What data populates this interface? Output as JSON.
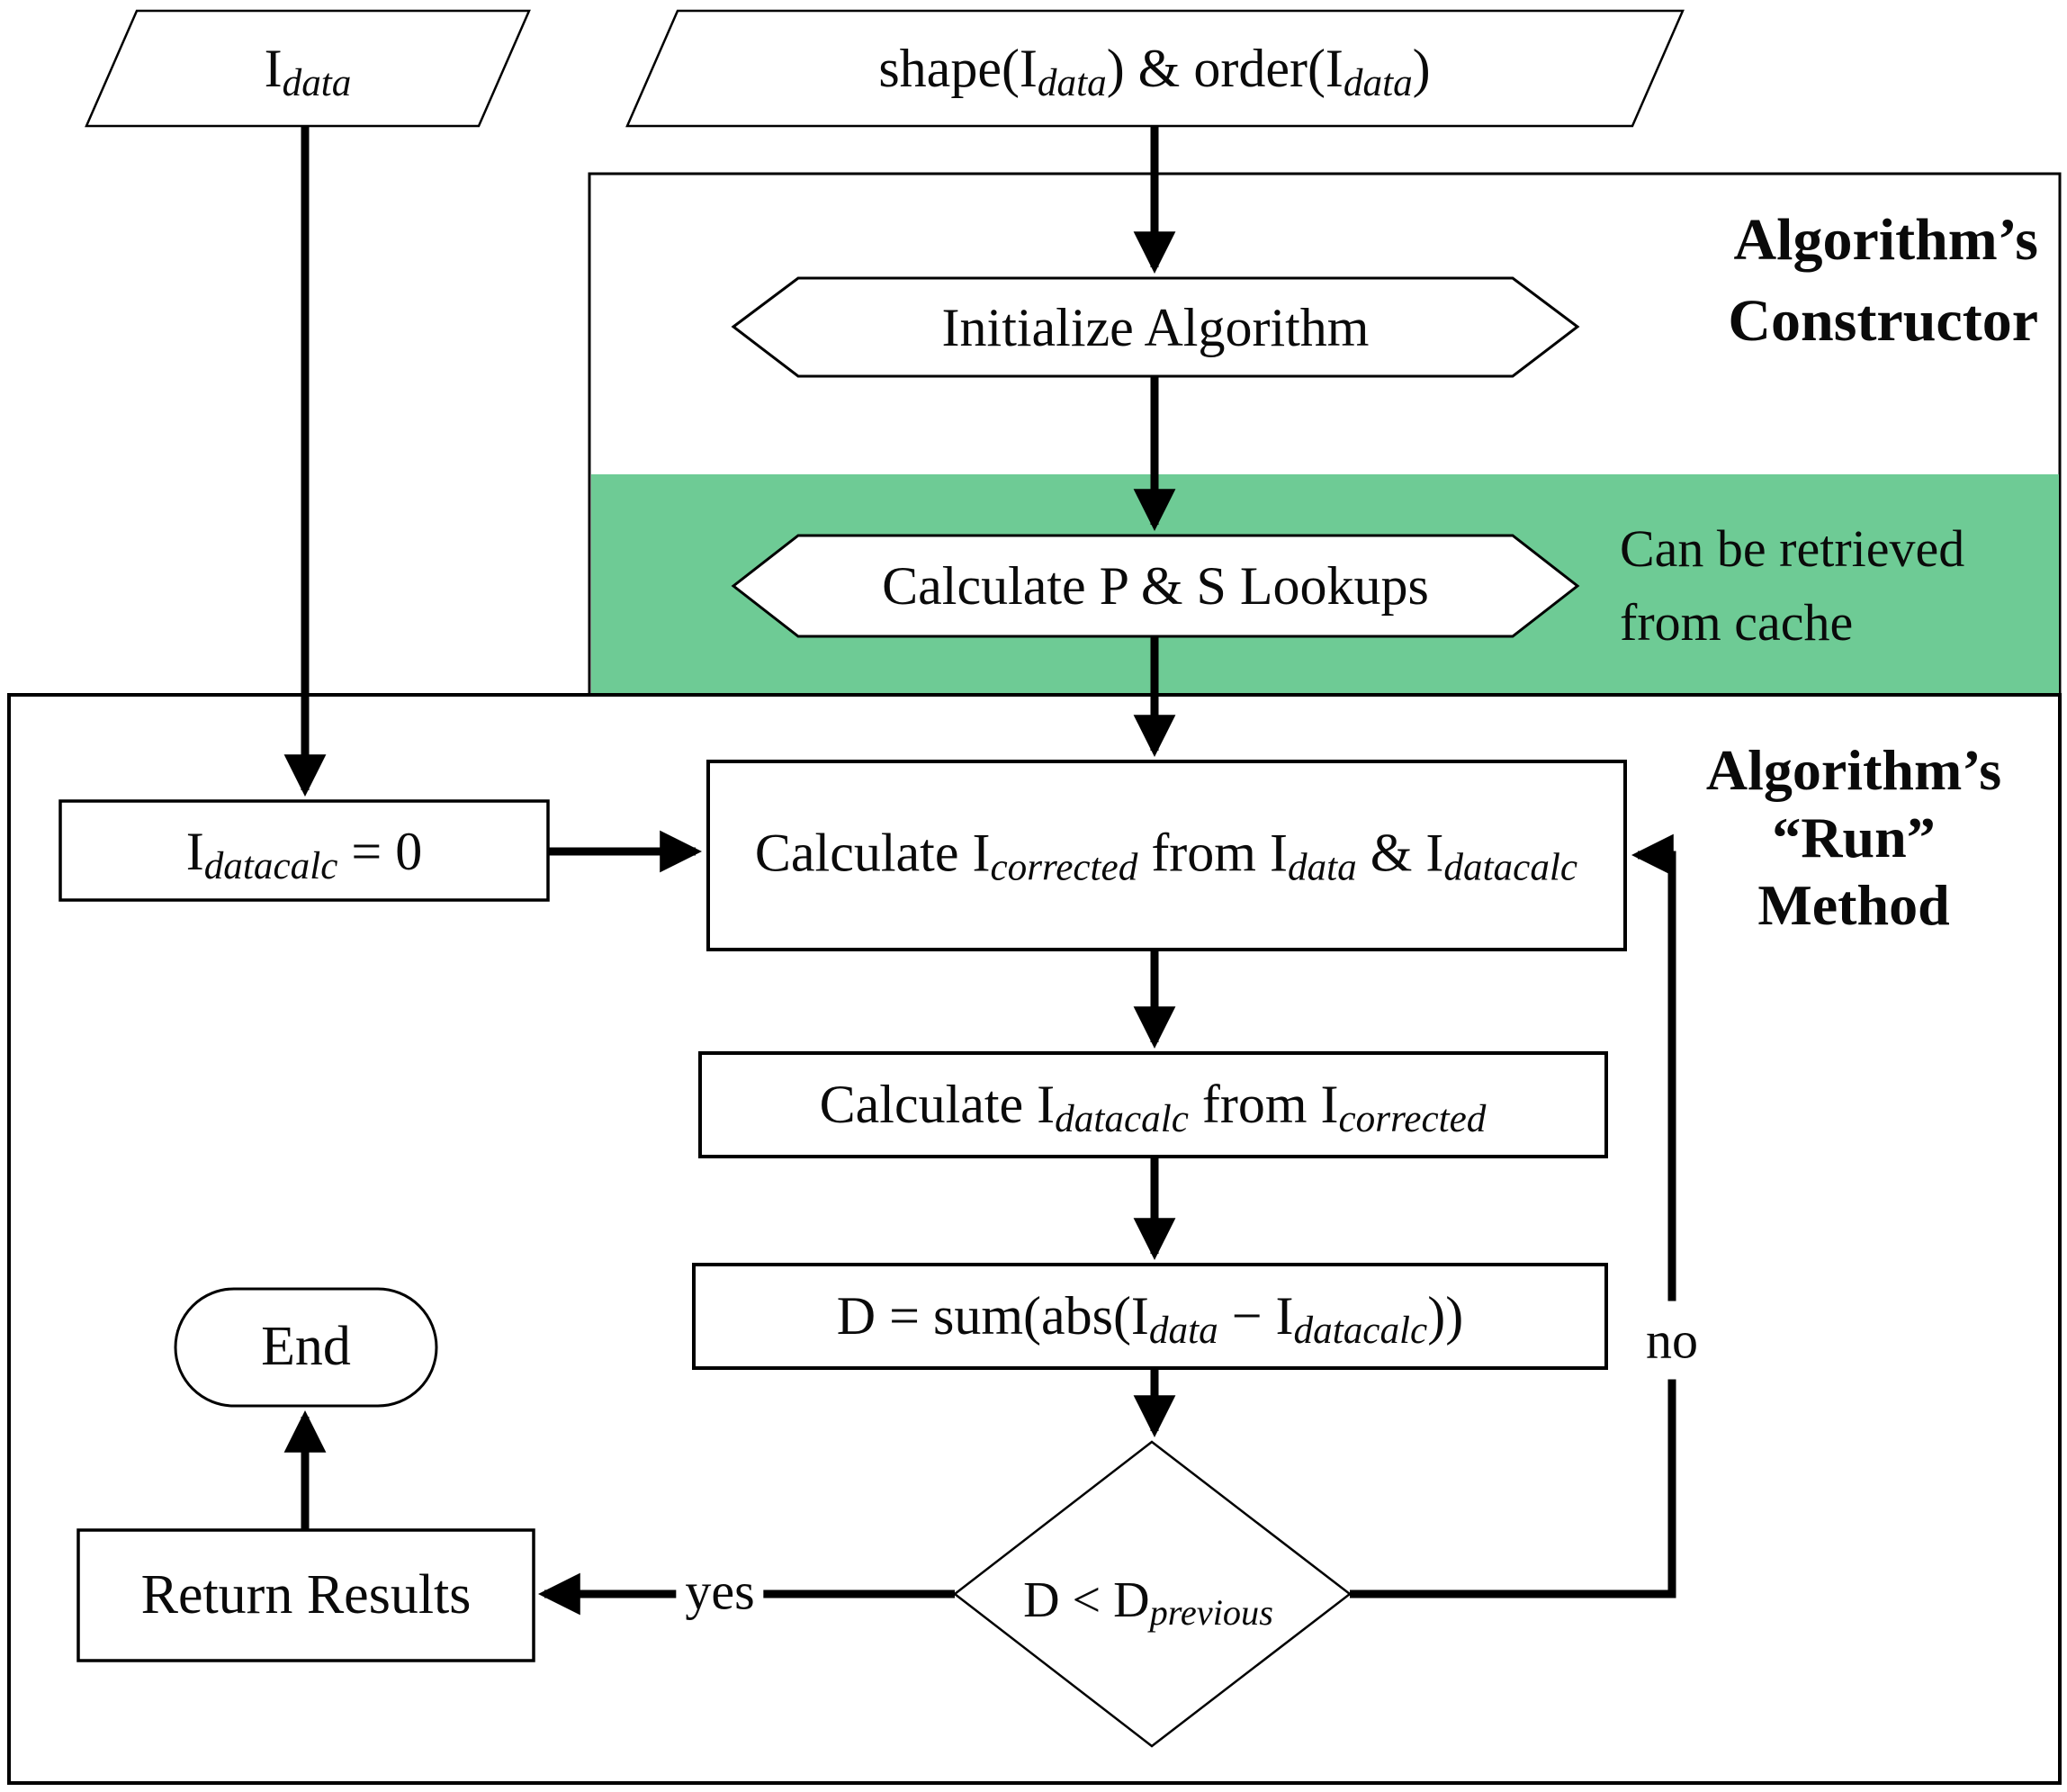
{
  "diagram": {
    "title": "Algorithm flowchart",
    "nodes": {
      "input_data": {
        "shape": "parallelogram",
        "segments": [
          {
            "t": "I"
          },
          {
            "t": "data",
            "sub": true
          }
        ]
      },
      "shape_order": {
        "shape": "parallelogram",
        "segments": [
          {
            "t": "shape(I"
          },
          {
            "t": "data",
            "sub": true
          },
          {
            "t": ") & order(I"
          },
          {
            "t": "data",
            "sub": true
          },
          {
            "t": ")"
          }
        ]
      },
      "initialize": {
        "shape": "hexagon",
        "label": "Initialize Algorithm"
      },
      "lookups": {
        "shape": "hexagon",
        "label": "Calculate P & S Lookups"
      },
      "init_zero": {
        "shape": "rect",
        "segments": [
          {
            "t": "I"
          },
          {
            "t": "datacalc",
            "sub": true
          },
          {
            "t": " = 0"
          }
        ]
      },
      "calc_corrected": {
        "shape": "rect",
        "line1": [
          {
            "t": "Calculate I"
          },
          {
            "t": "corrected",
            "sub": true
          },
          {
            "t": " from I"
          },
          {
            "t": "data",
            "sub": true
          },
          {
            "t": " &"
          }
        ],
        "line2": [
          {
            "t": "I"
          },
          {
            "t": "datacalc",
            "sub": true
          }
        ]
      },
      "calc_datacalc": {
        "shape": "rect",
        "segments": [
          {
            "t": "Calculate I"
          },
          {
            "t": "datacalc",
            "sub": true
          },
          {
            "t": " from I"
          },
          {
            "t": "corrected",
            "sub": true
          }
        ]
      },
      "d_sum": {
        "shape": "rect",
        "segments": [
          {
            "t": "D = sum(abs(I"
          },
          {
            "t": "data",
            "sub": true
          },
          {
            "t": " − I"
          },
          {
            "t": "datacalc",
            "sub": true
          },
          {
            "t": "))"
          }
        ]
      },
      "decision": {
        "shape": "diamond",
        "segments": [
          {
            "t": "D < D"
          },
          {
            "t": "previous",
            "sub": true
          }
        ]
      },
      "return_results": {
        "shape": "rect",
        "label": "Return Results"
      },
      "end": {
        "shape": "terminator",
        "label": "End"
      }
    },
    "region_labels": {
      "constructor": {
        "line1": "Algorithm’s",
        "line2": "Constructor"
      },
      "run_method": {
        "line1": "Algorithm’s",
        "line2": "“Run”",
        "line3": "Method"
      },
      "cache_note": {
        "line1": "Can be retrieved",
        "line2": "from cache"
      }
    },
    "edge_labels": {
      "yes": "yes",
      "no": "no"
    },
    "colors": {
      "cache_band_green": "#6ecb95",
      "line_black": "#000000",
      "shape_fill": "#ffffff"
    }
  }
}
